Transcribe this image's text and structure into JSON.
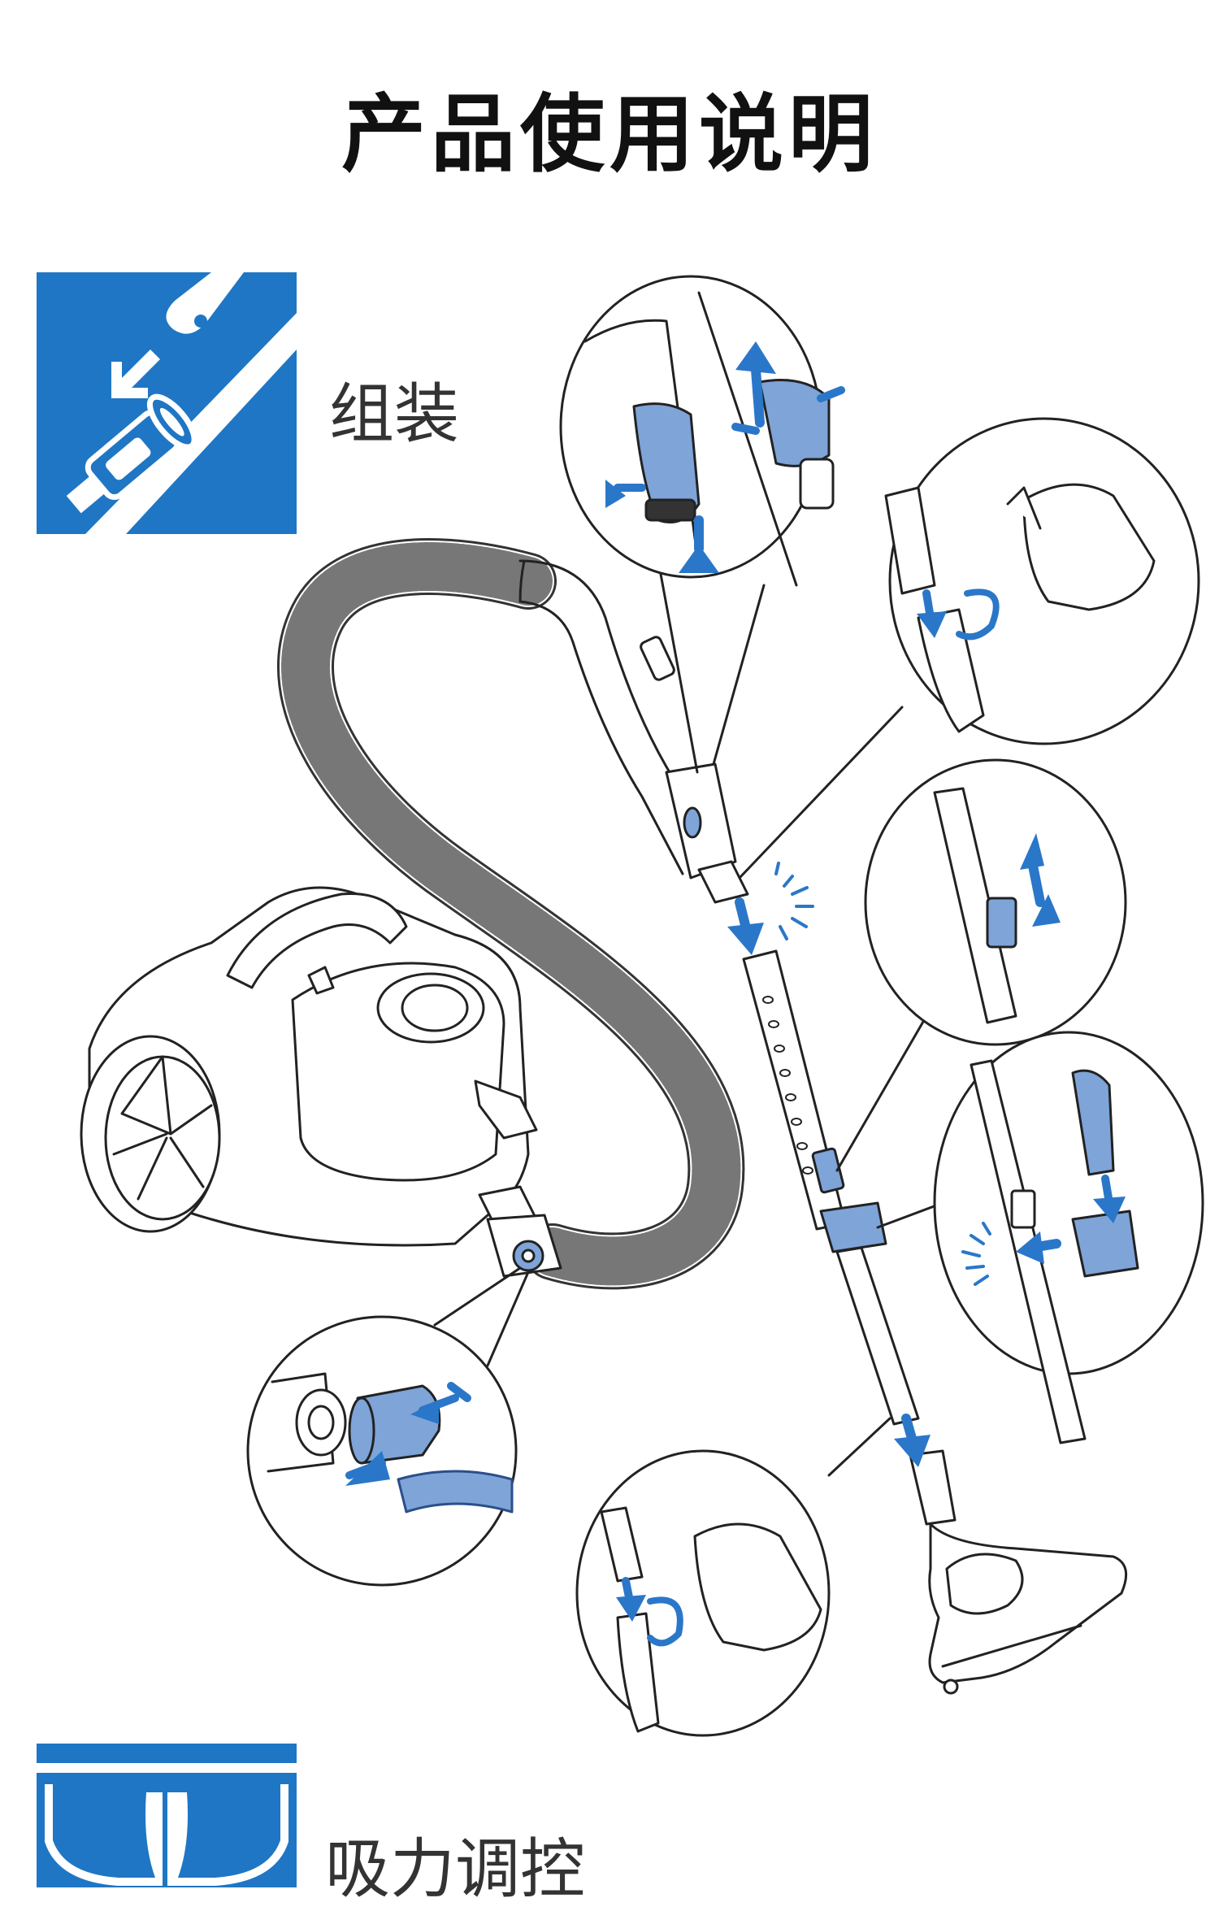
{
  "title": "产品使用说明",
  "sections": [
    {
      "label": "组装",
      "icon": "assembly-icon"
    },
    {
      "label": "吸力调控",
      "icon": "suction-control-icon"
    }
  ],
  "colors": {
    "accent": "#1f76c4",
    "part_blue": "#7ea4d8",
    "arrow_blue": "#2a77c9",
    "line": "#222222"
  }
}
